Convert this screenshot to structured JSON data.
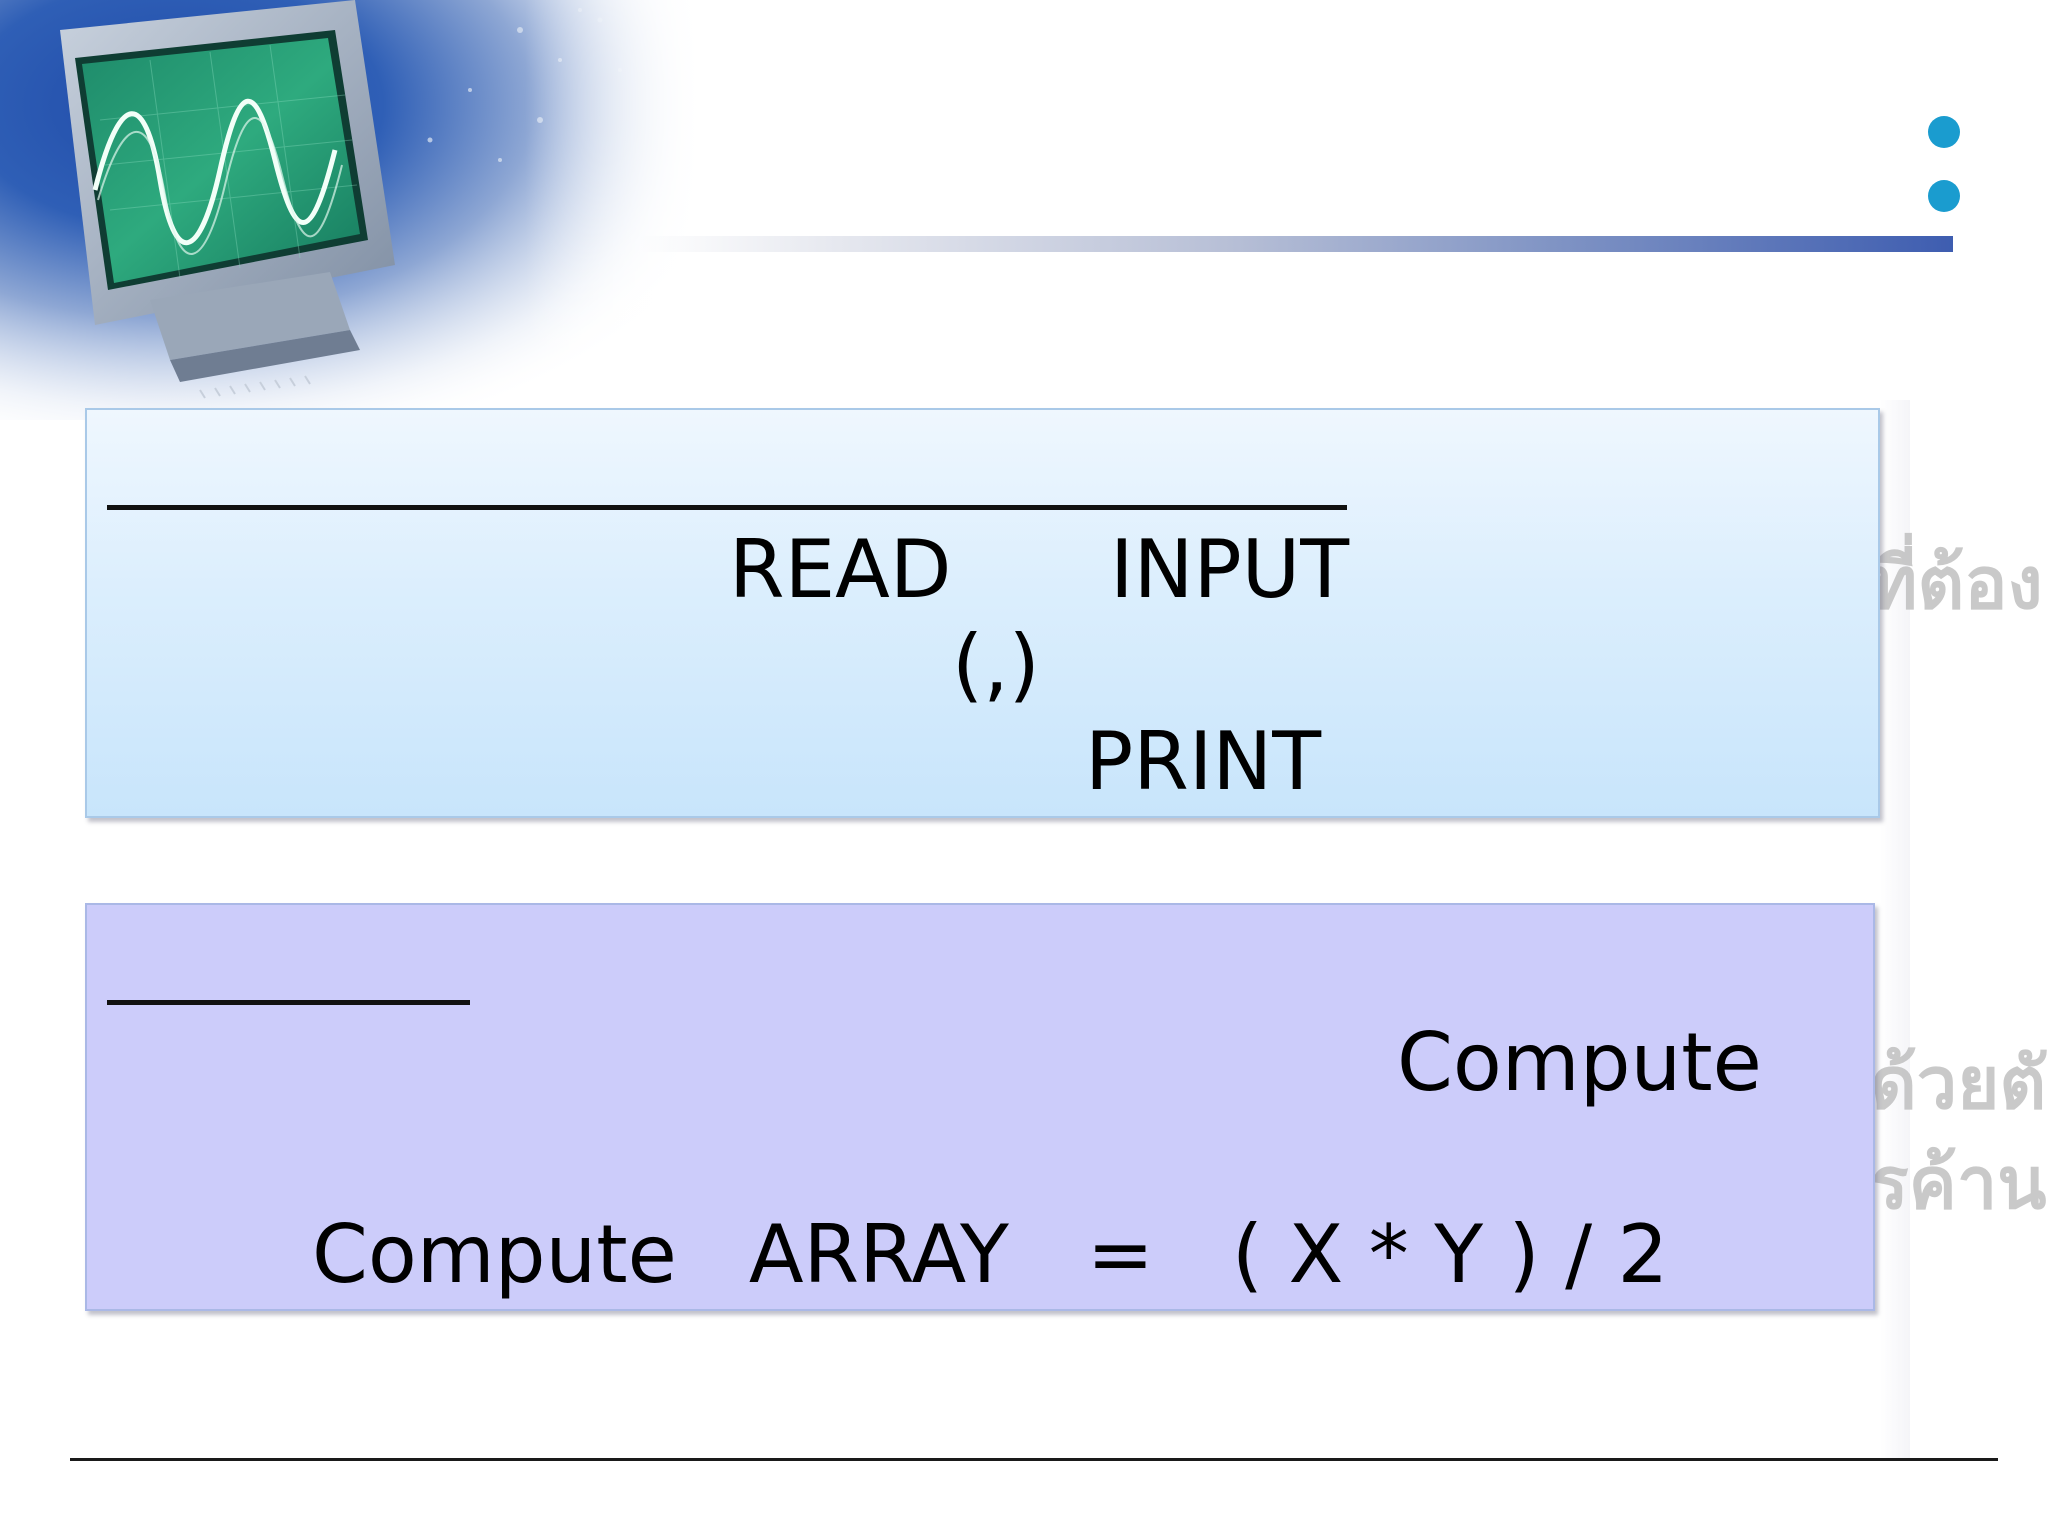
{
  "slide": {
    "accent_color": "#1a9ccf",
    "bar_color": "#3e5db0"
  },
  "io_panel": {
    "read": "READ",
    "input": "INPUT",
    "paren": "(,)",
    "print": "PRINT",
    "background": "#dbeefd"
  },
  "compute_panel": {
    "label": "Compute",
    "formula": {
      "keyword": "Compute",
      "variable": "ARRAY",
      "equals": "=",
      "expression": "( X * Y ) / 2"
    },
    "background": "#ccccfa"
  },
  "background_ghost_text": {
    "line1": "ที่ต้อง",
    "line2": "ด้วยตั",
    "line3": "รค้าน"
  },
  "icons": {
    "hero": "oscilloscope-monitor-illustration"
  }
}
